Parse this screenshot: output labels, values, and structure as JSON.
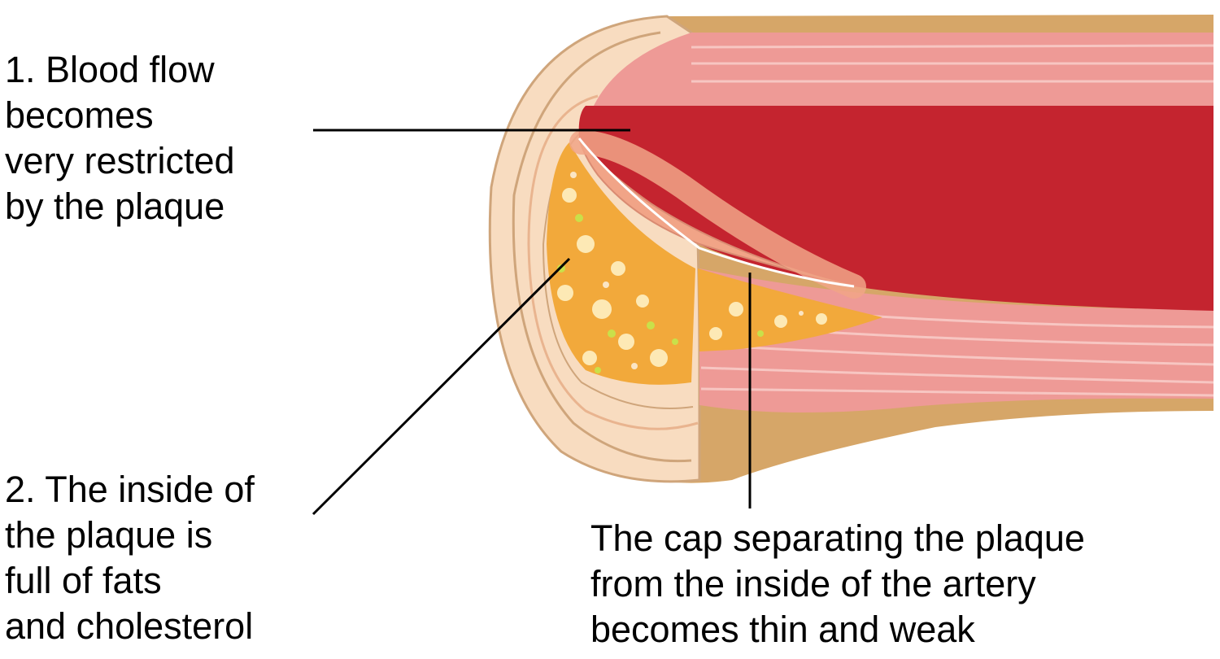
{
  "labels": {
    "blood_flow": {
      "lines": [
        "1. Blood flow",
        "becomes",
        "very restricted",
        "by the plaque"
      ]
    },
    "plaque_inside": {
      "lines": [
        "2. The inside of",
        "the plaque is",
        "full of fats",
        "and cholesterol"
      ]
    },
    "cap": {
      "lines": [
        "The cap separating the plaque",
        "from the inside of the artery",
        "becomes thin and weak"
      ]
    }
  },
  "colors": {
    "outer_wall": "#d6a668",
    "outer_wall_light": "#f8dcc0",
    "muscle_layer": "#ee9a96",
    "muscle_stripe": "#f7c6c2",
    "lumen_blood": "#c4242f",
    "plaque_cap": "#f1a487",
    "fatty_core": "#f2a93b",
    "fatty_highlight": "#fde9b5",
    "fatty_green": "#c9e04a",
    "leader_line": "#000000"
  }
}
